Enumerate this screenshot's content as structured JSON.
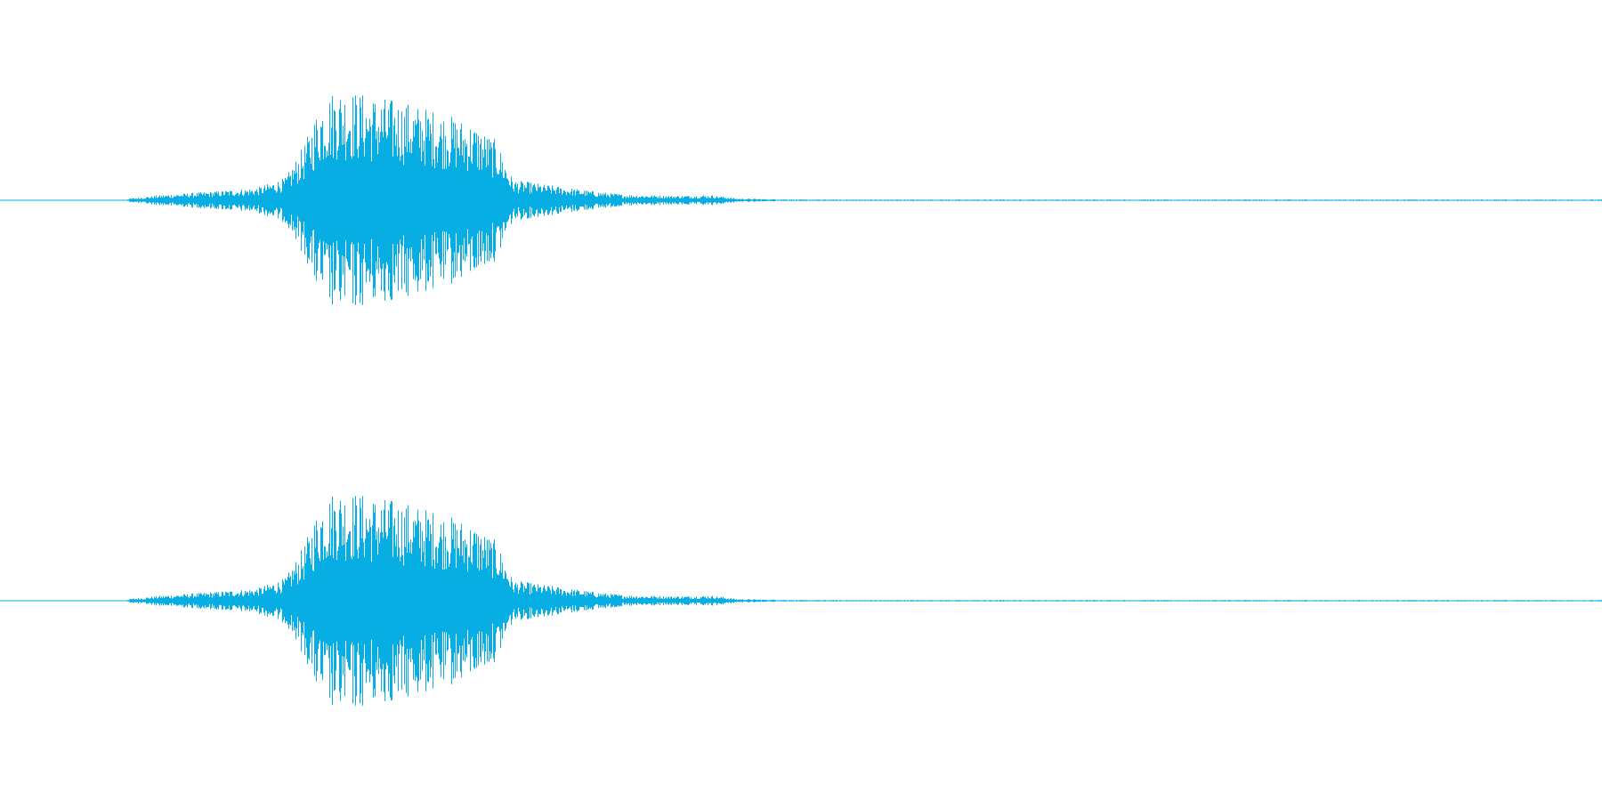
{
  "waveform": {
    "color": "#06aee3",
    "background": "#ffffff",
    "channels": [
      {
        "id": "left"
      },
      {
        "id": "right"
      }
    ],
    "envelope": {
      "duration": 1,
      "points": [
        [
          0.0,
          0.0
        ],
        [
          0.078,
          0.0
        ],
        [
          0.08,
          0.015
        ],
        [
          0.1,
          0.045
        ],
        [
          0.13,
          0.075
        ],
        [
          0.16,
          0.11
        ],
        [
          0.178,
          0.2
        ],
        [
          0.19,
          0.5
        ],
        [
          0.2,
          0.88
        ],
        [
          0.21,
          1.0
        ],
        [
          0.23,
          0.93
        ],
        [
          0.25,
          0.88
        ],
        [
          0.27,
          0.8
        ],
        [
          0.295,
          0.68
        ],
        [
          0.31,
          0.52
        ],
        [
          0.32,
          0.18
        ],
        [
          0.335,
          0.15
        ],
        [
          0.35,
          0.12
        ],
        [
          0.37,
          0.08
        ],
        [
          0.39,
          0.05
        ],
        [
          0.42,
          0.04
        ],
        [
          0.445,
          0.045
        ],
        [
          0.46,
          0.015
        ],
        [
          0.5,
          0.006
        ],
        [
          1.0,
          0.006
        ]
      ]
    }
  }
}
